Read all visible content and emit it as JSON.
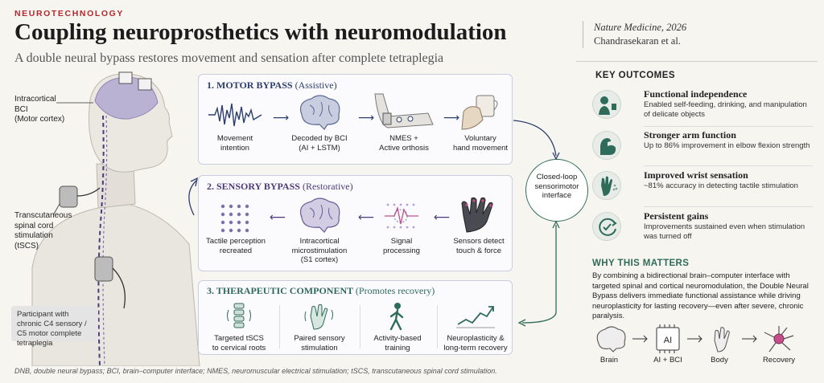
{
  "header": {
    "kicker": "NEUROTECHNOLOGY",
    "title": "Coupling neuroprosthetics with neuromodulation",
    "subtitle": "A double neural bypass restores movement and sensation after complete tetraplegia",
    "journal": "Nature Medicine, 2026",
    "authors": "Chandrasekaran et al."
  },
  "figure": {
    "bci_label": "Intracortical\nBCI\n(Motor cortex)",
    "tscs_label": "Transcutaneous\nspinal cord\nstimulation\n(tSCS)",
    "participant": "Participant with chronic C4 sensory / C5 motor complete tetraplegia"
  },
  "motor": {
    "title": "1. MOTOR BYPASS",
    "subtitle": "(Assistive)",
    "steps": [
      {
        "label": "Movement\nintention",
        "icon": "waveform-icon"
      },
      {
        "label": "Decoded by BCI\n(AI + LSTM)",
        "icon": "brain-icon"
      },
      {
        "label": "NMES +\nActive orthosis",
        "icon": "arm-orthosis-icon"
      },
      {
        "label": "Voluntary\nhand movement",
        "icon": "hand-cup-icon"
      }
    ]
  },
  "sensory": {
    "title": "2. SENSORY BYPASS",
    "subtitle": "(Restorative)",
    "steps": [
      {
        "label": "Tactile perception\nrecreated",
        "icon": "dot-grid-icon"
      },
      {
        "label": "Intracortical\nmicrostimulation\n(S1 cortex)",
        "icon": "brain-icon"
      },
      {
        "label": "Signal\nprocessing",
        "icon": "signal-processing-icon"
      },
      {
        "label": "Sensors detect\ntouch & force",
        "icon": "sensor-glove-icon"
      }
    ]
  },
  "thera": {
    "title": "3. THERAPEUTIC COMPONENT",
    "subtitle": "(Promotes recovery)",
    "steps": [
      {
        "label": "Targeted tSCS\nto cervical roots",
        "icon": "spine-icon"
      },
      {
        "label": "Paired sensory\nstimulation",
        "icon": "hand-waves-icon"
      },
      {
        "label": "Activity-based\ntraining",
        "icon": "walking-person-icon"
      },
      {
        "label": "Neuroplasticity &\nlong-term recovery",
        "icon": "trend-up-icon"
      }
    ]
  },
  "loop": {
    "label": "Closed-loop\nsensorimotor\ninterface"
  },
  "outcomes": {
    "title": "KEY OUTCOMES",
    "items": [
      {
        "head": "Functional independence",
        "desc": "Enabled self-feeding, drinking, and manipulation of delicate objects",
        "icon": "self-feeding-icon"
      },
      {
        "head": "Stronger arm function",
        "desc": "Up to 86% improvement in elbow flexion strength",
        "icon": "flexed-arm-icon"
      },
      {
        "head": "Improved wrist sensation",
        "desc": "~81% accuracy in detecting tactile stimulation",
        "icon": "hand-touch-icon"
      },
      {
        "head": "Persistent gains",
        "desc": "Improvements sustained even when stimulation was turned off",
        "icon": "cycle-check-icon"
      }
    ]
  },
  "why": {
    "title": "WHY THIS MATTERS",
    "text": "By combining a bidirectional brain–computer interface with targeted spinal and cortical neuromodulation, the Double Neural Bypass delivers immediate functional assistance while driving neuroplasticity for lasting recovery—even after severe, chronic paralysis."
  },
  "flow": {
    "items": [
      "Brain",
      "AI + BCI",
      "Body",
      "Recovery"
    ],
    "ai_chip": "AI"
  },
  "footnote": "DNB, double neural bypass; BCI, brain–computer interface; NMES, neuromuscular electrical stimulation; tSCS, transcutaneous spinal cord stimulation.",
  "colors": {
    "motor": "#2c3e6e",
    "sensory": "#4c3a7a",
    "therapeutic": "#2f6b5a",
    "accent": "#b3282d"
  }
}
